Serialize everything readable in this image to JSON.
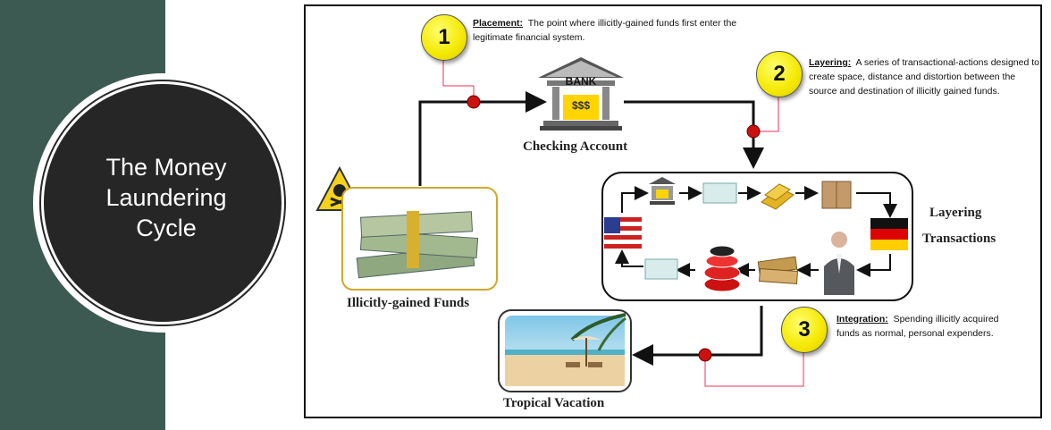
{
  "sidebar": {
    "title_lines": [
      "The Money",
      "Laundering",
      "Cycle"
    ]
  },
  "diagram": {
    "bank_sign": "BANK",
    "bank_symbol": "$$$",
    "checking_account": "Checking Account",
    "illicit_funds": "Illicitly-gained Funds",
    "layering_transactions_line1": "Layering",
    "layering_transactions_line2": "Transactions",
    "tropical_vacation": "Tropical Vacation",
    "steps": [
      {
        "number": "1",
        "heading": "Placement:",
        "text": "The point where illicitly-gained funds first enter the legitimate financial system."
      },
      {
        "number": "2",
        "heading": "Layering:",
        "text": "A series of transactional-actions designed to create space, distance and distortion between the source and destination of illicitly gained funds."
      },
      {
        "number": "3",
        "heading": "Integration:",
        "text": "Spending illicitly acquired funds as normal, personal expenders."
      }
    ]
  },
  "colors": {
    "sidebar": "#3d5a52",
    "circle": "#262626",
    "marker": "#cc1111",
    "badge": "#f4e800",
    "funds_border": "#d4a72c"
  }
}
